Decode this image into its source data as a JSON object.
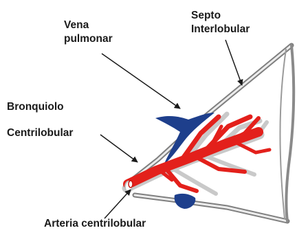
{
  "labels": {
    "vena_line1": "Vena",
    "vena_line2": "pulmonar",
    "septo_line1": "Septo",
    "septo_line2": "Interlobular",
    "bronquiolo_line1": "Bronquiolo",
    "bronquiolo_line2": "Centrilobular",
    "arteria": "Arteria centrilobular"
  },
  "colors": {
    "artery": "#e3201b",
    "vein": "#1e3f8c",
    "bronchiole": "#c9c9c9",
    "septum": "#7f7f7f",
    "text": "#1a1a1a"
  }
}
